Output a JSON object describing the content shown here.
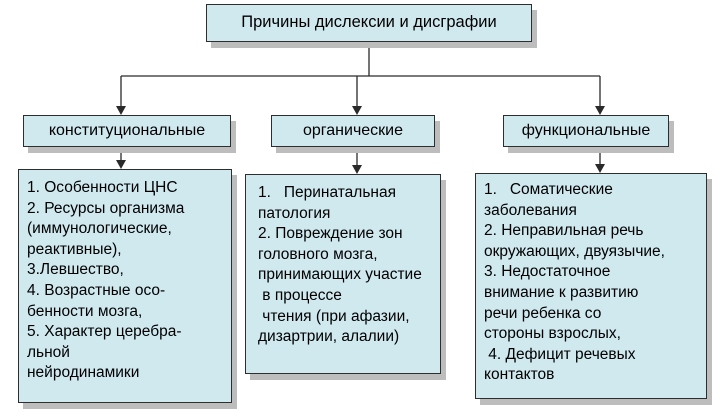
{
  "title": "Причины дислексии и дисграфии",
  "categories": [
    {
      "label": "конституциональные",
      "items": [
        "1. Особенности ЦНС",
        "2. Ресурсы организма",
        "(иммунологические,",
        "реактивные),",
        "3.Левшество,",
        "4. Возрастные осо-",
        "бенности мозга,",
        "5. Характер церебра-",
        "льной",
        "нейродинамики"
      ]
    },
    {
      "label": "органические",
      "items": [
        "1.   Перинатальная",
        "патология",
        "2. Повреждение зон",
        "головного мозга,",
        "принимающих участие",
        " в процессе",
        " чтения (при афазии,",
        "дизартрии, алалии)"
      ]
    },
    {
      "label": "функциональные",
      "items": [
        "1.   Соматические",
        "заболевания",
        "2. Неправильная речь",
        "окружающих, двуязычие,",
        "3. Недостаточное",
        "внимание к развитию",
        "речи ребенка со",
        "стороны взрослых,",
        " 4. Дефицит речевых",
        "контактов"
      ]
    }
  ]
}
